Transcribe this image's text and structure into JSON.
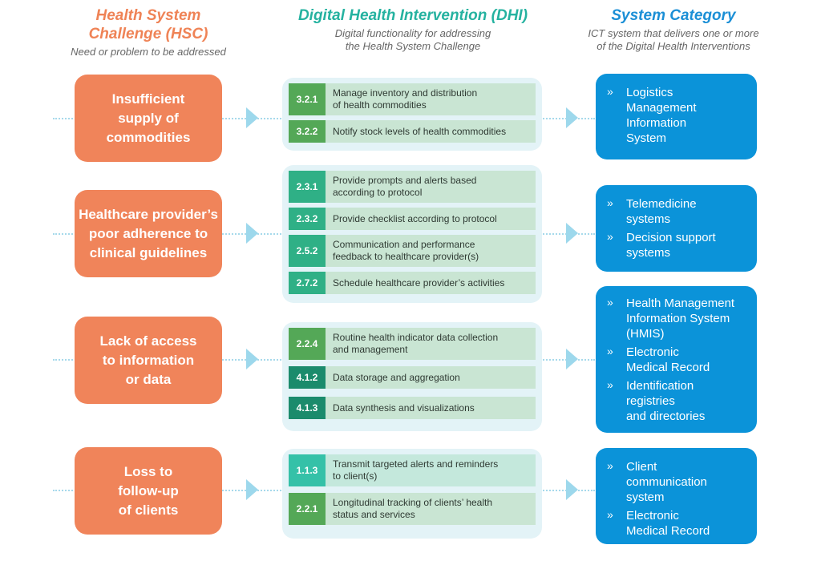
{
  "headers": {
    "hsc": {
      "title_line1": "Health System",
      "title_line2": "Challenge (HSC)",
      "subtitle": "Need or problem to be addressed"
    },
    "dhi": {
      "title": "Digital Health Intervention (DHI)",
      "subtitle_line1": "Digital functionality for addressing",
      "subtitle_line2": "the Health System Challenge"
    },
    "system": {
      "title": "System Category",
      "subtitle_line1": "ICT system that delivers one or more",
      "subtitle_line2": "of the Digital Health Interventions"
    }
  },
  "colors": {
    "hsc_box": "#f0845a",
    "dhi_panel": "#e3f3f7",
    "dhi_text_bg": "#c9e5d3",
    "code_teal": "#2fb086",
    "code_green": "#54a857",
    "code_dark_teal": "#1b8b6c",
    "code_mint": "#35c1a8",
    "system_box": "#0b93d9"
  },
  "bullet_symbol": "»",
  "rows": [
    {
      "hsc": [
        "Insufficient",
        "supply of",
        "commodities"
      ],
      "dhi": [
        {
          "code": "3.2.1",
          "text": [
            "Manage inventory and distribution",
            "of health commodities"
          ]
        },
        {
          "code": "3.2.2",
          "text": [
            "Notify stock levels of health commodities"
          ]
        }
      ],
      "systems": [
        [
          "Logistics",
          "Management",
          "Information",
          "System"
        ]
      ]
    },
    {
      "hsc": [
        "Healthcare provider’s",
        "poor adherence to",
        "clinical guidelines"
      ],
      "dhi": [
        {
          "code": "2.3.1",
          "text": [
            "Provide prompts and alerts based",
            "according to protocol"
          ]
        },
        {
          "code": "2.3.2",
          "text": [
            "Provide checklist according to protocol"
          ]
        },
        {
          "code": "2.5.2",
          "text": [
            "Communication and performance",
            "feedback to healthcare provider(s)"
          ]
        },
        {
          "code": "2.7.2",
          "text": [
            "Schedule healthcare provider’s activities"
          ]
        }
      ],
      "systems": [
        [
          "Telemedicine",
          "systems"
        ],
        [
          "Decision support",
          "systems"
        ]
      ]
    },
    {
      "hsc": [
        "Lack of access",
        "to information",
        "or data"
      ],
      "dhi": [
        {
          "code": "2.2.4",
          "text": [
            "Routine health indicator data collection",
            "and management"
          ]
        },
        {
          "code": "4.1.2",
          "text": [
            "Data storage and aggregation"
          ]
        },
        {
          "code": "4.1.3",
          "text": [
            "Data synthesis and visualizations"
          ]
        }
      ],
      "systems": [
        [
          "Health Management",
          "Information System",
          "(HMIS)"
        ],
        [
          "Electronic",
          "Medical Record"
        ],
        [
          "Identification",
          "registries",
          "and directories"
        ]
      ]
    },
    {
      "hsc": [
        "Loss to",
        "follow-up",
        "of clients"
      ],
      "dhi": [
        {
          "code": "1.1.3",
          "text": [
            "Transmit targeted alerts and reminders",
            "to client(s)"
          ]
        },
        {
          "code": "2.2.1",
          "text": [
            "Longitudinal tracking of clients’ health",
            "status and services"
          ]
        }
      ],
      "systems": [
        [
          "Client",
          "communication",
          "system"
        ],
        [
          "Electronic",
          "Medical Record"
        ]
      ]
    }
  ]
}
